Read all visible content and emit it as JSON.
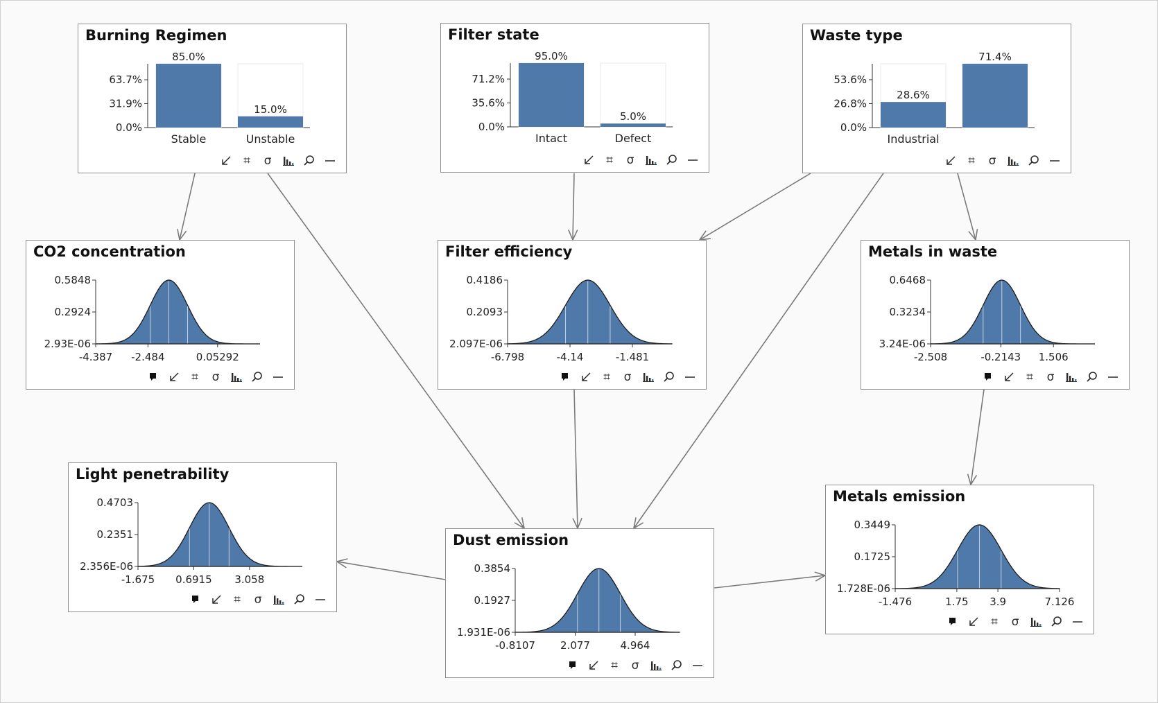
{
  "colors": {
    "bar": "#4f79a8",
    "grid": "#e8e8e8",
    "edge": "#7a7a7a",
    "node_border": "#8e8e8e",
    "text": "#111111"
  },
  "toolbar_icons": {
    "evidence": "evidence-pin-icon",
    "arrow": "link-arrow-icon",
    "grid": "grid-hash-icon",
    "sigma": "sigma-icon",
    "sigma_glyph": "σ",
    "hash_glyph": "⌗",
    "bars": "bar-chart-icon",
    "search": "search-icon",
    "minimize": "minimize-icon"
  },
  "nodes": [
    {
      "id": "burning-regimen",
      "title": "Burning Regimen",
      "chart_data": {
        "type": "bar",
        "categories": [
          "Stable",
          "Unstable"
        ],
        "values": [
          85.0,
          15.0
        ],
        "value_labels": [
          "85.0%",
          "15.0%"
        ],
        "yticks": [
          "0.0%",
          "31.9%",
          "63.7%"
        ],
        "ylim": [
          0,
          85
        ]
      },
      "toolbar": [
        "arrow",
        "grid",
        "sigma",
        "bars",
        "search",
        "minimize"
      ]
    },
    {
      "id": "filter-state",
      "title": "Filter state",
      "chart_data": {
        "type": "bar",
        "categories": [
          "Intact",
          "Defect"
        ],
        "values": [
          95.0,
          5.0
        ],
        "value_labels": [
          "95.0%",
          "5.0%"
        ],
        "yticks": [
          "0.0%",
          "35.6%",
          "71.2%"
        ],
        "ylim": [
          0,
          95
        ]
      },
      "toolbar": [
        "arrow",
        "grid",
        "sigma",
        "bars",
        "search",
        "minimize"
      ]
    },
    {
      "id": "waste-type",
      "title": "Waste type",
      "chart_data": {
        "type": "bar",
        "categories": [
          "Industrial",
          ""
        ],
        "values": [
          28.6,
          71.4
        ],
        "value_labels": [
          "28.6%",
          "71.4%"
        ],
        "yticks": [
          "0.0%",
          "26.8%",
          "53.6%"
        ],
        "ylim": [
          0,
          71.4
        ]
      },
      "toolbar": [
        "arrow",
        "grid",
        "sigma",
        "bars",
        "search",
        "minimize"
      ]
    },
    {
      "id": "co2-concentration",
      "title": "CO2 concentration",
      "chart_data": {
        "type": "area",
        "distribution": "normal",
        "mean": -1.72,
        "sd": 0.68,
        "xlim": [
          -4.387,
          1.6
        ],
        "xticks": [
          -4.387,
          -2.484,
          0.05292
        ],
        "xtick_labels": [
          "-4.387",
          "-2.484",
          "0.05292"
        ],
        "ytick_labels": [
          "2.93E-06",
          "0.2924",
          "0.5848"
        ],
        "peak": 0.5848
      },
      "toolbar": [
        "evidence",
        "arrow",
        "grid",
        "sigma",
        "bars",
        "search",
        "minimize"
      ]
    },
    {
      "id": "filter-efficiency",
      "title": "Filter efficiency",
      "chart_data": {
        "type": "area",
        "distribution": "normal",
        "mean": -3.38,
        "sd": 0.95,
        "xlim": [
          -6.798,
          0.2
        ],
        "xticks": [
          -6.798,
          -4.14,
          -1.481
        ],
        "xtick_labels": [
          "-6.798",
          "-4.14",
          "-1.481"
        ],
        "ytick_labels": [
          "2.097E-06",
          "0.2093",
          "0.4186"
        ],
        "peak": 0.4186
      },
      "toolbar": [
        "evidence",
        "arrow",
        "grid",
        "sigma",
        "bars",
        "search",
        "minimize"
      ]
    },
    {
      "id": "metals-in-waste",
      "title": "Metals in waste",
      "chart_data": {
        "type": "area",
        "distribution": "normal",
        "mean": -0.18,
        "sd": 0.61,
        "xlim": [
          -2.508,
          2.86
        ],
        "xticks": [
          -2.508,
          -0.2143,
          1.506
        ],
        "xtick_labels": [
          "-2.508",
          "-0.2143",
          "1.506"
        ],
        "ytick_labels": [
          "3.24E-06",
          "0.3234",
          "0.6468"
        ],
        "peak": 0.6468
      },
      "toolbar": [
        "evidence",
        "arrow",
        "grid",
        "sigma",
        "bars",
        "search",
        "minimize"
      ]
    },
    {
      "id": "light-penetrability",
      "title": "Light penetrability",
      "chart_data": {
        "type": "area",
        "distribution": "normal",
        "mean": 1.35,
        "sd": 0.84,
        "xlim": [
          -1.675,
          5.3
        ],
        "xticks": [
          -1.675,
          0.6915,
          3.058
        ],
        "xtick_labels": [
          "-1.675",
          "0.6915",
          "3.058"
        ],
        "ytick_labels": [
          "2.356E-06",
          "0.2351",
          "0.4703"
        ],
        "peak": 0.4703
      },
      "toolbar": [
        "evidence",
        "arrow",
        "grid",
        "sigma",
        "bars",
        "search",
        "minimize"
      ]
    },
    {
      "id": "dust-emission",
      "title": "Dust emission",
      "chart_data": {
        "type": "area",
        "distribution": "normal",
        "mean": 3.22,
        "sd": 1.03,
        "xlim": [
          -0.8107,
          7.1
        ],
        "xticks": [
          -0.8107,
          2.077,
          4.964
        ],
        "xtick_labels": [
          "-0.8107",
          "2.077",
          "4.964"
        ],
        "ytick_labels": [
          "1.931E-06",
          "0.1927",
          "0.3854"
        ],
        "peak": 0.3854
      },
      "toolbar": [
        "evidence",
        "arrow",
        "grid",
        "sigma",
        "bars",
        "search",
        "minimize"
      ]
    },
    {
      "id": "metals-emission",
      "title": "Metals emission",
      "chart_data": {
        "type": "area",
        "distribution": "normal",
        "mean": 2.93,
        "sd": 1.14,
        "xlim": [
          -1.476,
          7.126
        ],
        "xticks": [
          -1.476,
          1.75,
          3.9,
          7.126
        ],
        "xtick_labels": [
          "-1.476",
          "1.75",
          "3.9",
          "7.126"
        ],
        "ytick_labels": [
          "1.728E-06",
          "0.1725",
          "0.3449"
        ],
        "peak": 0.3449
      },
      "toolbar": [
        "evidence",
        "arrow",
        "grid",
        "sigma",
        "bars",
        "search",
        "minimize"
      ]
    }
  ],
  "edges": [
    {
      "from": "burning-regimen",
      "to": "co2-concentration"
    },
    {
      "from": "burning-regimen",
      "to": "dust-emission"
    },
    {
      "from": "filter-state",
      "to": "filter-efficiency"
    },
    {
      "from": "waste-type",
      "to": "filter-efficiency"
    },
    {
      "from": "waste-type",
      "to": "dust-emission"
    },
    {
      "from": "waste-type",
      "to": "metals-in-waste"
    },
    {
      "from": "filter-efficiency",
      "to": "dust-emission"
    },
    {
      "from": "metals-in-waste",
      "to": "metals-emission"
    },
    {
      "from": "dust-emission",
      "to": "light-penetrability"
    },
    {
      "from": "dust-emission",
      "to": "metals-emission"
    }
  ]
}
